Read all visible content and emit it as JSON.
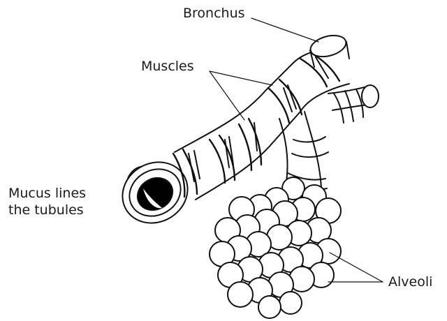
{
  "labels": {
    "bronchus": "Bronchus",
    "muscles": "Muscles",
    "mucus_line1": "Mucus lines",
    "mucus_line2": "the tubules",
    "alveoli": "Alveoli"
  },
  "colors": {
    "ink": "#111111",
    "fill": "#ffffff",
    "lumen": "#000000"
  }
}
